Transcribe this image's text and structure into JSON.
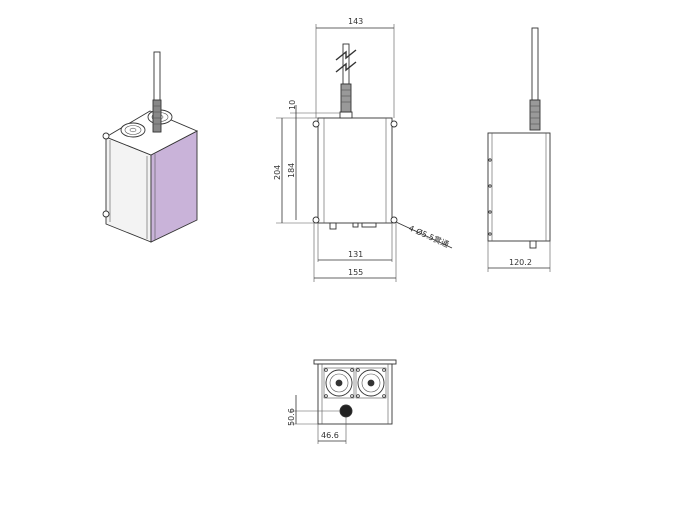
{
  "colors": {
    "line": "#333333",
    "iso_side_purple": "#c9b3d9",
    "iso_top": "#ffffff",
    "iso_front": "#f3f3f3"
  },
  "icons": {
    "antenna": "antenna-icon",
    "fan": "fan-icon"
  },
  "dimensions": {
    "front_width_top": "143",
    "front_cap": "10",
    "front_total_height": "204",
    "front_body_height": "184",
    "front_inner_width": "131",
    "front_outer_width": "155",
    "hole_note": "4-Ø5.5贯通",
    "side_depth": "120.2",
    "bottom_height": "50.6",
    "bottom_offset": "46.6"
  }
}
